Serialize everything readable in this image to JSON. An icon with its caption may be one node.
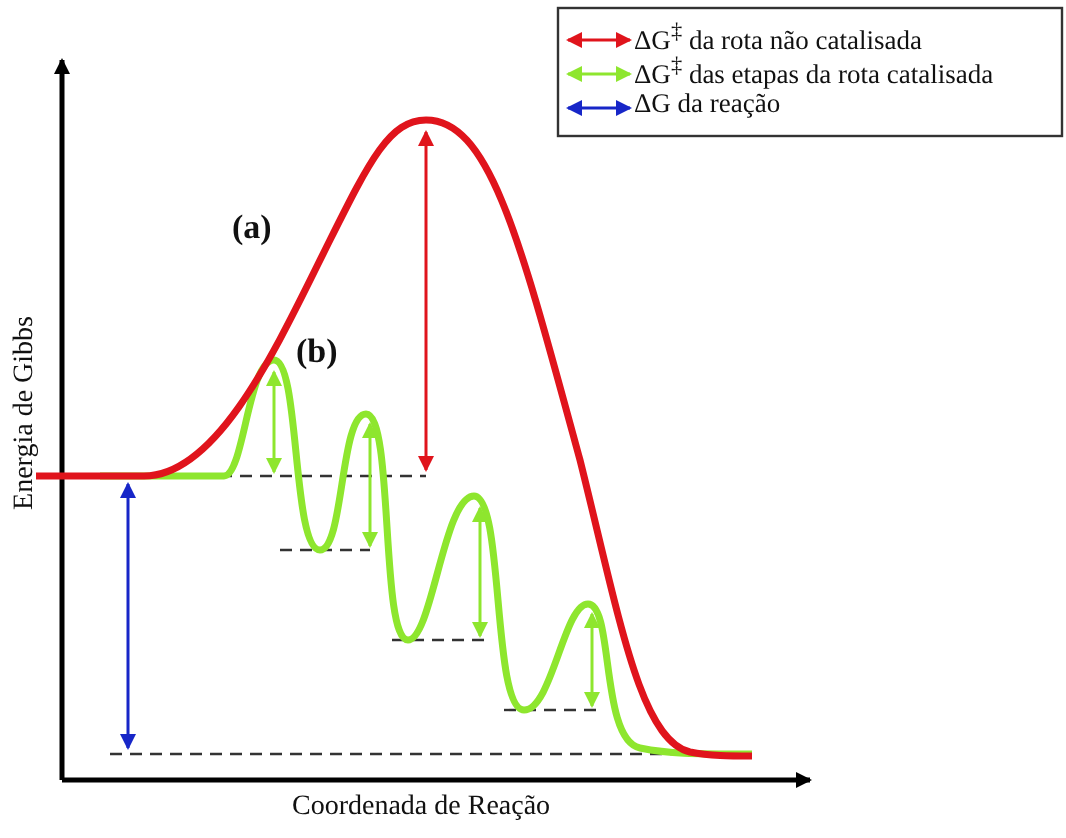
{
  "diagram": {
    "labels": [
      "(a)",
      "(b)",
      "Energia de Gibbs",
      "Coordenada de Reação"
    ],
    "legend": [
      {
        "text": "ΔG$^{‡}$ da rota não catalisada"
      },
      {
        "text": "ΔG$^{‡}$ das etapas da rota catalisada"
      },
      {
        "text": "ΔG da reação"
      }
    ]
  }
}
